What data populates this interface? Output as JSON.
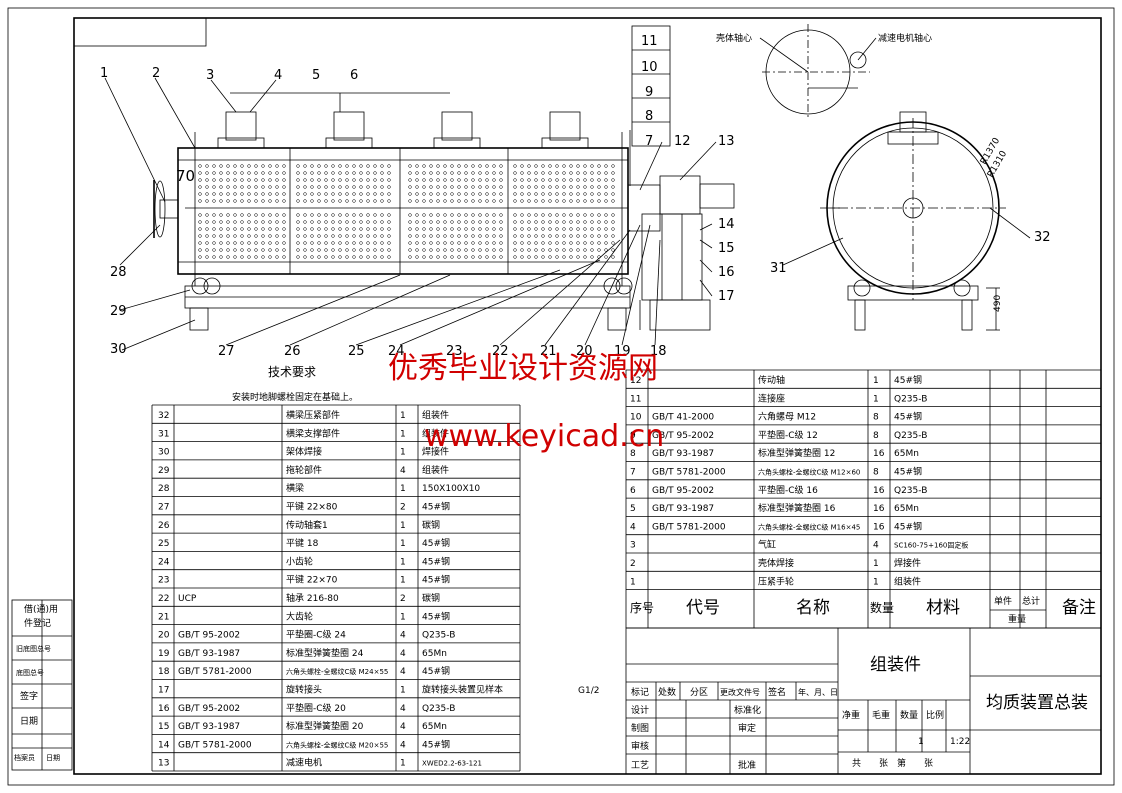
{
  "drawing": {
    "title": "均质装置总装",
    "assembly_label": "组装件",
    "tech_req_title": "技术要求",
    "tech_req_text": "安装时地脚螺栓固定在基础上。",
    "scale": "1:22",
    "quantity": "1",
    "sheet_text": "共　　张　第　　张",
    "g_ref": "G1/2"
  },
  "watermark": {
    "cn": "优秀毕业设计资源网",
    "url": "www.keyicad.cn"
  },
  "detail_labels": {
    "a": "壳体轴心",
    "b": "减速电机轴心",
    "r1": "R1370",
    "r2": "R1310",
    "h": "490"
  },
  "callouts": [
    "1",
    "2",
    "3",
    "4",
    "5",
    "6",
    "7",
    "8",
    "9",
    "10",
    "11",
    "12",
    "13",
    "14",
    "15",
    "16",
    "17",
    "18",
    "19",
    "20",
    "21",
    "22",
    "23",
    "24",
    "25",
    "26",
    "27",
    "28",
    "29",
    "30",
    "31",
    "32"
  ],
  "bom_header": {
    "no": "序号",
    "code": "代号",
    "name": "名称",
    "qty": "数量",
    "material": "材料",
    "unit": "单件",
    "total": "总计",
    "weight": "重量",
    "remark": "备注"
  },
  "bom_right": [
    [
      "12",
      "",
      "传动轴",
      "1",
      "45#钢"
    ],
    [
      "11",
      "",
      "连接座",
      "1",
      "Q235-B"
    ],
    [
      "10",
      "GB/T 41-2000",
      "六角螺母 M12",
      "8",
      "45#钢"
    ],
    [
      "9",
      "GB/T 95-2002",
      "平垫圈-C级 12",
      "8",
      "Q235-B"
    ],
    [
      "8",
      "GB/T 93-1987",
      "标准型弹簧垫圈 12",
      "16",
      "65Mn"
    ],
    [
      "7",
      "GB/T 5781-2000",
      "六角头螺栓-全螺纹C级 M12×60",
      "8",
      "45#钢"
    ],
    [
      "6",
      "GB/T 95-2002",
      "平垫圈-C级 16",
      "16",
      "Q235-B"
    ],
    [
      "5",
      "GB/T 93-1987",
      "标准型弹簧垫圈 16",
      "16",
      "65Mn"
    ],
    [
      "4",
      "GB/T 5781-2000",
      "六角头螺栓-全螺纹C级 M16×45",
      "16",
      "45#钢"
    ],
    [
      "3",
      "",
      "气缸",
      "4",
      "SC160-75+160固定板"
    ],
    [
      "2",
      "",
      "壳体焊接",
      "1",
      "焊接件"
    ],
    [
      "1",
      "",
      "压紧手轮",
      "1",
      "组装件"
    ]
  ],
  "bom_left": [
    [
      "32",
      "",
      "横梁压紧部件",
      "1",
      "组装件"
    ],
    [
      "31",
      "",
      "横梁支撑部件",
      "1",
      "组装件"
    ],
    [
      "30",
      "",
      "架体焊接",
      "1",
      "焊接件"
    ],
    [
      "29",
      "",
      "拖轮部件",
      "4",
      "组装件"
    ],
    [
      "28",
      "",
      "横梁",
      "1",
      "150X100X10"
    ],
    [
      "27",
      "",
      "平键 22×80",
      "2",
      "45#钢"
    ],
    [
      "26",
      "",
      "传动轴套1",
      "1",
      "碳钢"
    ],
    [
      "25",
      "",
      "平键 18",
      "1",
      "45#钢"
    ],
    [
      "24",
      "",
      "小齿轮",
      "1",
      "45#钢"
    ],
    [
      "23",
      "",
      "平键 22×70",
      "1",
      "45#钢"
    ],
    [
      "22",
      "UCP",
      "轴承 216-80",
      "2",
      "碳钢"
    ],
    [
      "21",
      "",
      "大齿轮",
      "1",
      "45#钢"
    ],
    [
      "20",
      "GB/T 95-2002",
      "平垫圈-C级 24",
      "4",
      "Q235-B"
    ],
    [
      "19",
      "GB/T 93-1987",
      "标准型弹簧垫圈 24",
      "4",
      "65Mn"
    ],
    [
      "18",
      "GB/T 5781-2000",
      "六角头螺栓-全螺纹C级 M24×55",
      "4",
      "45#钢"
    ],
    [
      "17",
      "",
      "旋转接头",
      "1",
      "旋转接头装置见样本"
    ],
    [
      "16",
      "GB/T 95-2002",
      "平垫圈-C级 20",
      "4",
      "Q235-B"
    ],
    [
      "15",
      "GB/T 93-1987",
      "标准型弹簧垫圈 20",
      "4",
      "65Mn"
    ],
    [
      "14",
      "GB/T 5781-2000",
      "六角头螺栓-全螺纹C级 M20×55",
      "4",
      "45#钢"
    ],
    [
      "13",
      "",
      "减速电机",
      "1",
      "XWED2.2-63-121"
    ]
  ],
  "title_block": {
    "mark": "标记",
    "count": "处数",
    "zone": "分区",
    "doc": "更改文件号",
    "sign": "签名",
    "date": "年、月、日",
    "design": "设计",
    "std": "标准化",
    "draw": "制图",
    "check": "审核",
    "review": "审定",
    "craft": "工艺",
    "approve": "批准",
    "net_weight": "净重",
    "gross_weight": "毛重",
    "qty_label": "数量",
    "ratio": "比例"
  },
  "side_block": [
    "借(通)用",
    "件登记",
    "旧底图总号",
    "底图总号",
    "签字",
    "日期",
    "档案员",
    "日期"
  ]
}
